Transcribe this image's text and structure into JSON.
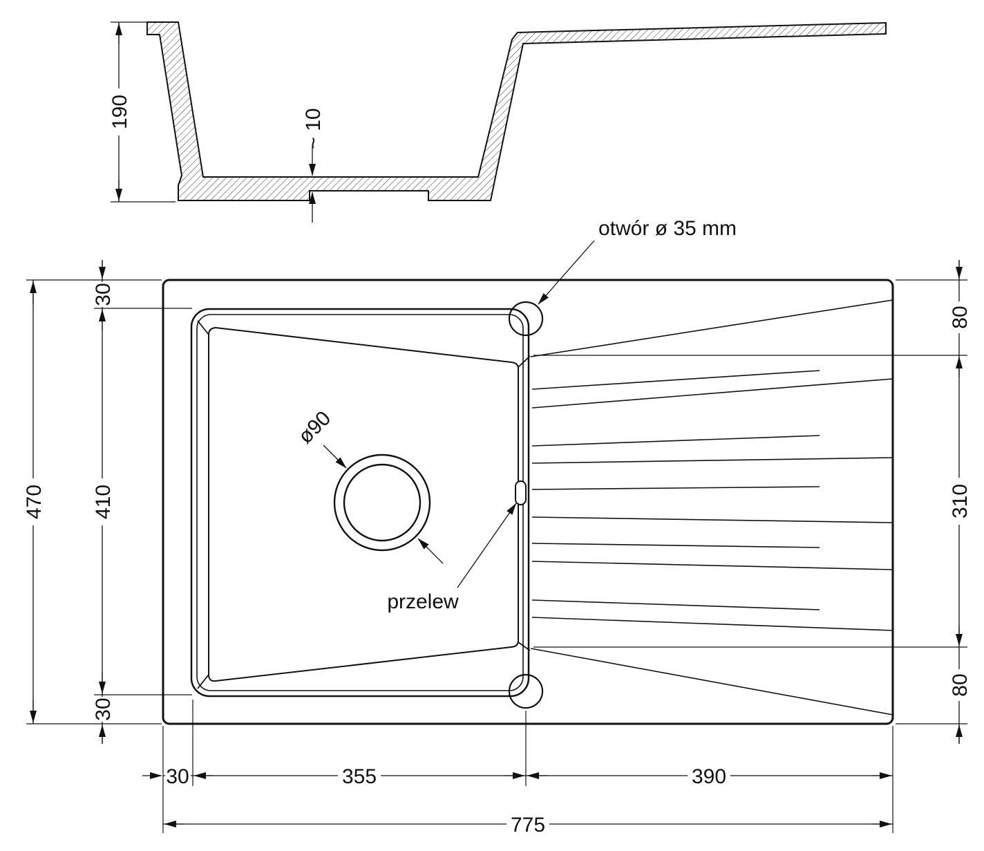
{
  "drawing": {
    "section": {
      "depth": "190",
      "bottom_thickness": "~ 10"
    },
    "plan": {
      "tap_hole_label": "otwór ø 35 mm",
      "drain_diameter_label": "ø90",
      "overflow_label": "przelew"
    },
    "dims": {
      "overall_height": "470",
      "bowl_inner_height": "410",
      "top_margin": "30",
      "bottom_margin": "30",
      "drainer_top_offset": "80",
      "drainer_length": "310",
      "drainer_bottom_offset": "80",
      "left_margin": "30",
      "bowl_width": "355",
      "drainer_width": "390",
      "overall_width": "775"
    }
  }
}
